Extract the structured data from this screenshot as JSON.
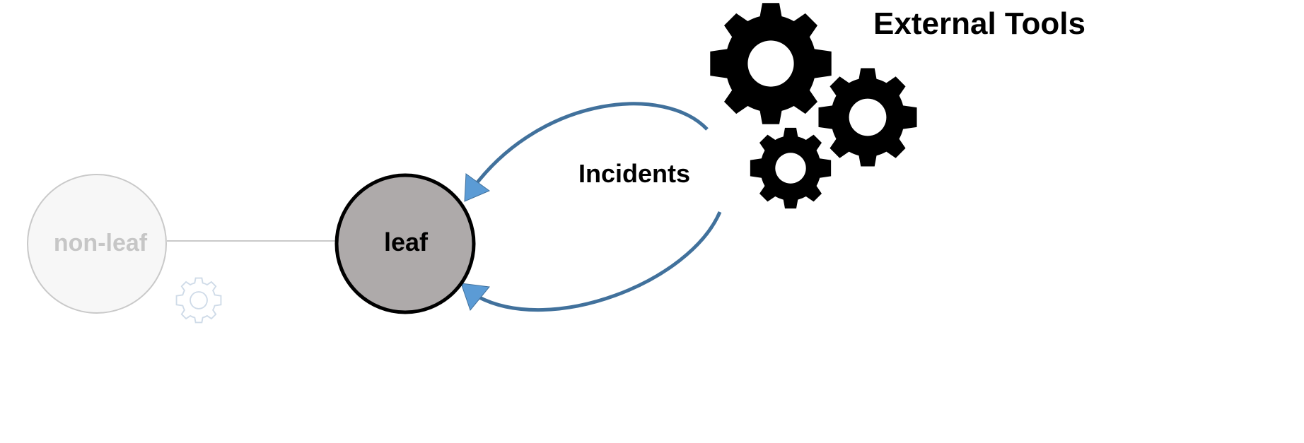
{
  "diagram": {
    "non_leaf_label": "non-leaf",
    "leaf_label": "leaf",
    "edge_label": "Incidents",
    "tools_title": "External Tools"
  },
  "colors": {
    "arrow_stroke": "#41719c",
    "arrow_head": "#5b9bd5",
    "leaf_fill": "#aeaaaa",
    "non_leaf_fill": "#f7f7f7",
    "non_leaf_stroke": "#c9c9c9",
    "gear_dark": "#000000",
    "gear_faint": "#cfdbe8"
  },
  "icons": {
    "large_gears": "gears-icon",
    "small_gear": "gear-icon"
  }
}
